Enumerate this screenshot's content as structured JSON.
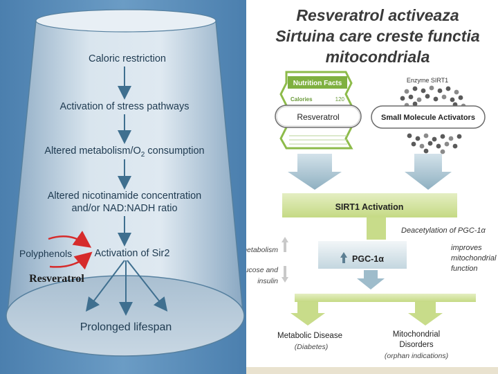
{
  "left": {
    "steps": [
      "Caloric restriction",
      "Activation of stress pathways",
      "Altered metabolism/O",
      "Altered nicotinamide concentration",
      "and/or NAD:NADH ratio",
      "Activation of Sir2",
      "Prolonged lifespan"
    ],
    "o2_subscript": "2",
    "o2_suffix": " consumption",
    "polyphenols": "Polyphenols",
    "resveratrol": "Resveratrol",
    "colors": {
      "bg": "#5d8db8",
      "cup": "#c9d9e6",
      "arrow": "#3f6f8f",
      "red": "#d62b2b"
    }
  },
  "right": {
    "title_lines": [
      "Resveratrol activeaza",
      "Sirtuina care creste functia",
      "mitocondriala"
    ],
    "nutrition_facts": "Nutrition Facts",
    "calories_label": "Calories",
    "calories_value": "120",
    "resveratrol_label": "Resveratrol",
    "enzyme_label": "Enzyme SIRT1",
    "sma_label": "Small Molecule Activators",
    "sirt1_activation": "SIRT1 Activation",
    "deacetylation": "Deacetylation of PGC-1α",
    "pgc1a": "PGC-1α",
    "metabolism_label": "metabolism",
    "glucose_label": "glucose and",
    "insulin_label": "insulin",
    "improves_lines": [
      "improves",
      "mitochondrial",
      "function"
    ],
    "metabolic_disease": "Metabolic Disease",
    "diabetes": "(Diabetes)",
    "mito_lines": [
      "Mitochondrial",
      "Disorders"
    ],
    "orphan": "(orphan indications)",
    "colors": {
      "green": "#c8dc8a",
      "arrowblue": "#9ebccb",
      "title": "#333333"
    }
  }
}
